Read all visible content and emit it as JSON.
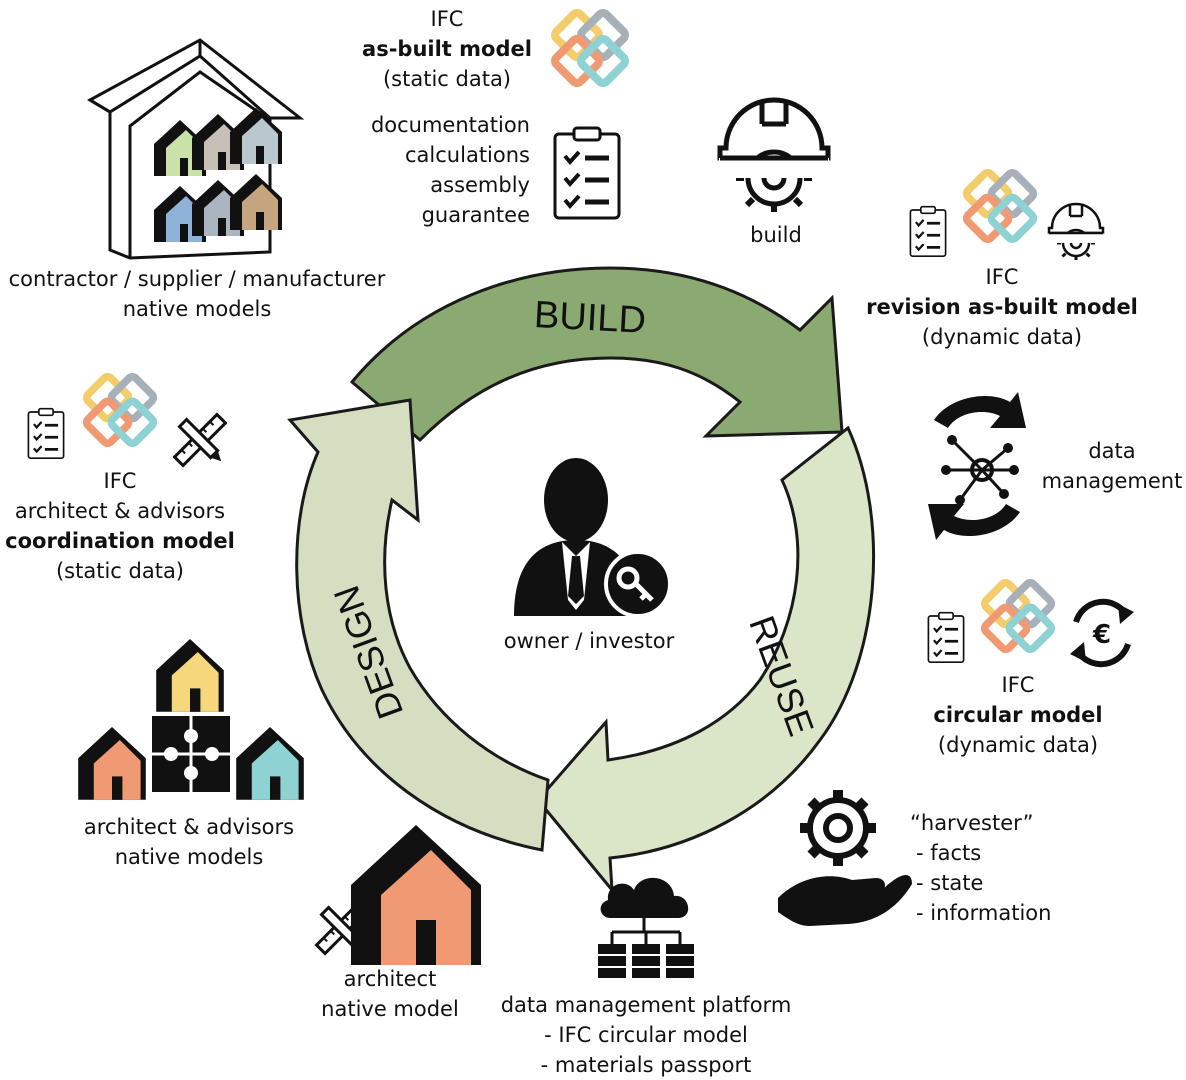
{
  "cycle": {
    "build": "BUILD",
    "design": "DESIGN",
    "reuse": "REUSE",
    "center_label": "owner / investor",
    "colors": {
      "build": "#8aaa72",
      "design": "#d6dec2",
      "reuse": "#dbe6c8",
      "stroke": "#1a1a1a"
    }
  },
  "as_built": {
    "line1": "IFC",
    "line2": "as-built model",
    "line3": "(static data)"
  },
  "docs": {
    "line1": "documentation",
    "line2": "calculations",
    "line3": "assembly",
    "line4": "guarantee"
  },
  "build_icon": {
    "label": "build"
  },
  "contractor": {
    "line1": "contractor / supplier / manufacturer",
    "line2": "native models"
  },
  "revision": {
    "line1": "IFC",
    "line2": "revision as-built model",
    "line3": "(dynamic data)"
  },
  "data_mgmt": {
    "line1": "data",
    "line2": "management"
  },
  "coordination": {
    "line1": "IFC",
    "line2": "architect & advisors",
    "line3": "coordination model",
    "line4": "(static data)"
  },
  "circular": {
    "line1": "IFC",
    "line2": "circular model",
    "line3": "(dynamic data)"
  },
  "advisors_native": {
    "line1": "architect & advisors",
    "line2": "native models"
  },
  "harvester": {
    "line1": "“harvester”",
    "line2": "- facts",
    "line3": "- state",
    "line4": "- information"
  },
  "architect_native": {
    "line1": "architect",
    "line2": "native model"
  },
  "platform": {
    "line1": "data management platform",
    "line2": "- IFC circular model",
    "line3": "- materials passport"
  },
  "icons": [
    "ifc-logo-icon",
    "clipboard-checklist-icon",
    "hard-hat-gear-icon",
    "house-icon",
    "ruler-pencil-icon",
    "person-key-icon",
    "data-cycle-icon",
    "euro-cycle-icon",
    "puzzle-icon",
    "gear-hand-icon",
    "cloud-server-icon"
  ],
  "house_colors": [
    "#c9e2a8",
    "#c8bfb6",
    "#b9c7cf",
    "#8fb2d8",
    "#aab5bf",
    "#c4a57f",
    "#f6d77c",
    "#ef9a72",
    "#8fd2d4"
  ]
}
